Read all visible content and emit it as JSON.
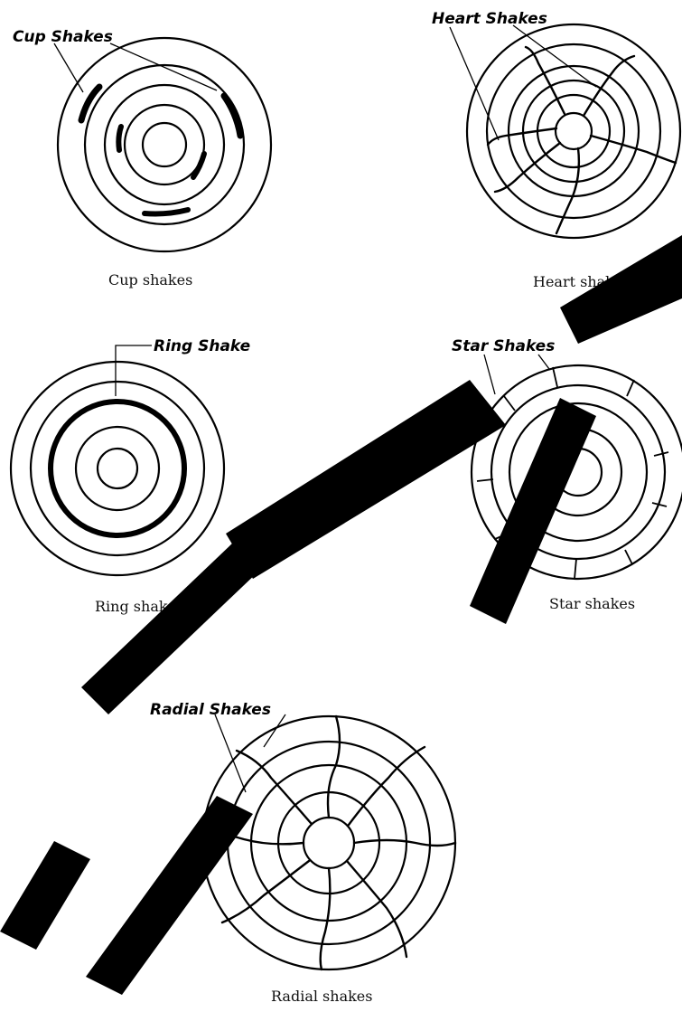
{
  "panels": {
    "cup": {
      "label": "Cup Shakes",
      "caption": "Cup shakes"
    },
    "heart": {
      "label": "Heart Shakes",
      "caption": "Heart shakes"
    },
    "ring": {
      "label": "Ring Shake",
      "caption": "Ring shakes"
    },
    "star": {
      "label": "Star Shakes",
      "caption": "Star shakes"
    },
    "radial": {
      "label": "Radial Shakes",
      "caption": "Radial shakes"
    }
  },
  "watermark": {
    "color": "#000000",
    "description_name": "diagonal-watermark"
  }
}
